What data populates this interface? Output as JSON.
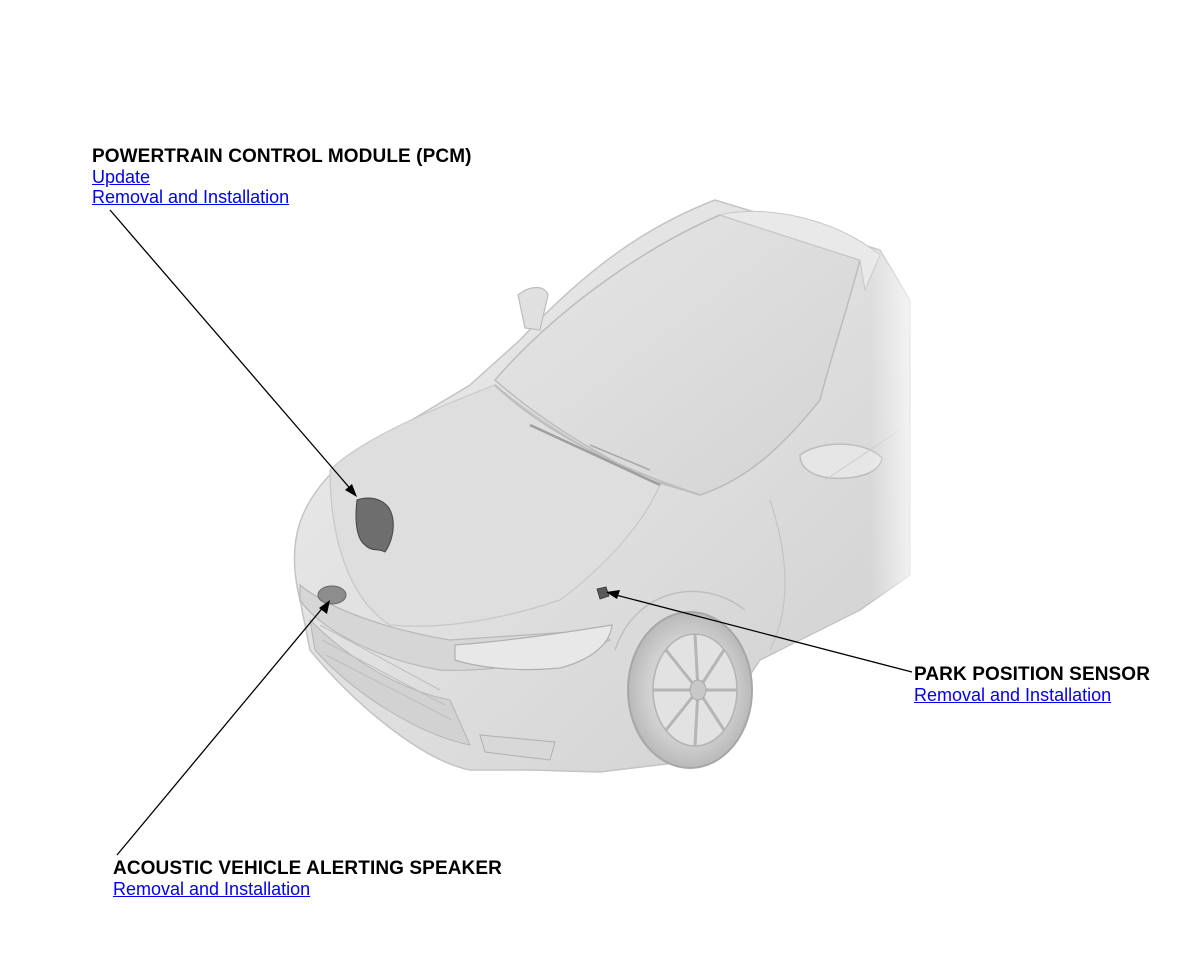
{
  "callouts": {
    "pcm": {
      "title": "POWERTRAIN CONTROL MODULE (PCM)",
      "links": [
        "Update",
        "Removal and Installation"
      ]
    },
    "park_position_sensor": {
      "title": "PARK POSITION SENSOR",
      "links": [
        "Removal and Installation"
      ]
    },
    "avas_speaker": {
      "title": "ACOUSTIC VEHICLE ALERTING SPEAKER",
      "links": [
        "Removal and Installation"
      ]
    }
  },
  "colors": {
    "link": "#0000ee",
    "text": "#000000",
    "car_body": "#e4e4e4",
    "component_highlight": "#6e6e6e"
  }
}
